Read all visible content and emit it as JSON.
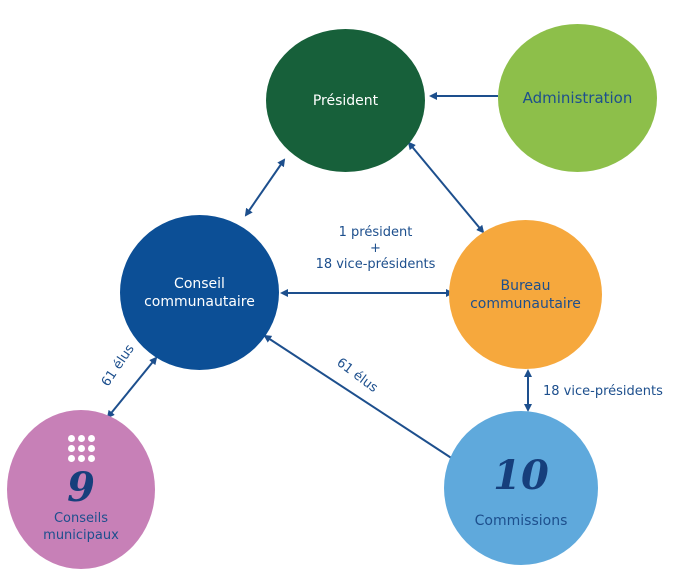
{
  "nodes": {
    "president": {
      "label": "Président",
      "color": "#17603a"
    },
    "administration": {
      "label": "Administration",
      "color": "#8dbf4a"
    },
    "conseil": {
      "label_line1": "Conseil",
      "label_line2": "communautaire",
      "color": "#0c4f96"
    },
    "bureau": {
      "label_line1": "Bureau",
      "label_line2": "communautaire",
      "color": "#f6a83d"
    },
    "commissions": {
      "number": "10",
      "label": "Commissions",
      "color": "#5fa9dc"
    },
    "conseils_municipaux": {
      "number": "9",
      "label_line1": "Conseils",
      "label_line2": "municipaux",
      "color": "#c780b7",
      "icon": "grid-dots-icon"
    }
  },
  "edges": {
    "conseil_bureau": {
      "line1": "1 président",
      "line2": "+",
      "line3": "18 vice-présidents"
    },
    "conseils_conseil": {
      "label": "61 élus"
    },
    "conseil_commissions": {
      "label": "61 élus"
    },
    "bureau_commissions": {
      "label": "18 vice-présidents"
    }
  },
  "arrow_color": "#1d4f8d"
}
